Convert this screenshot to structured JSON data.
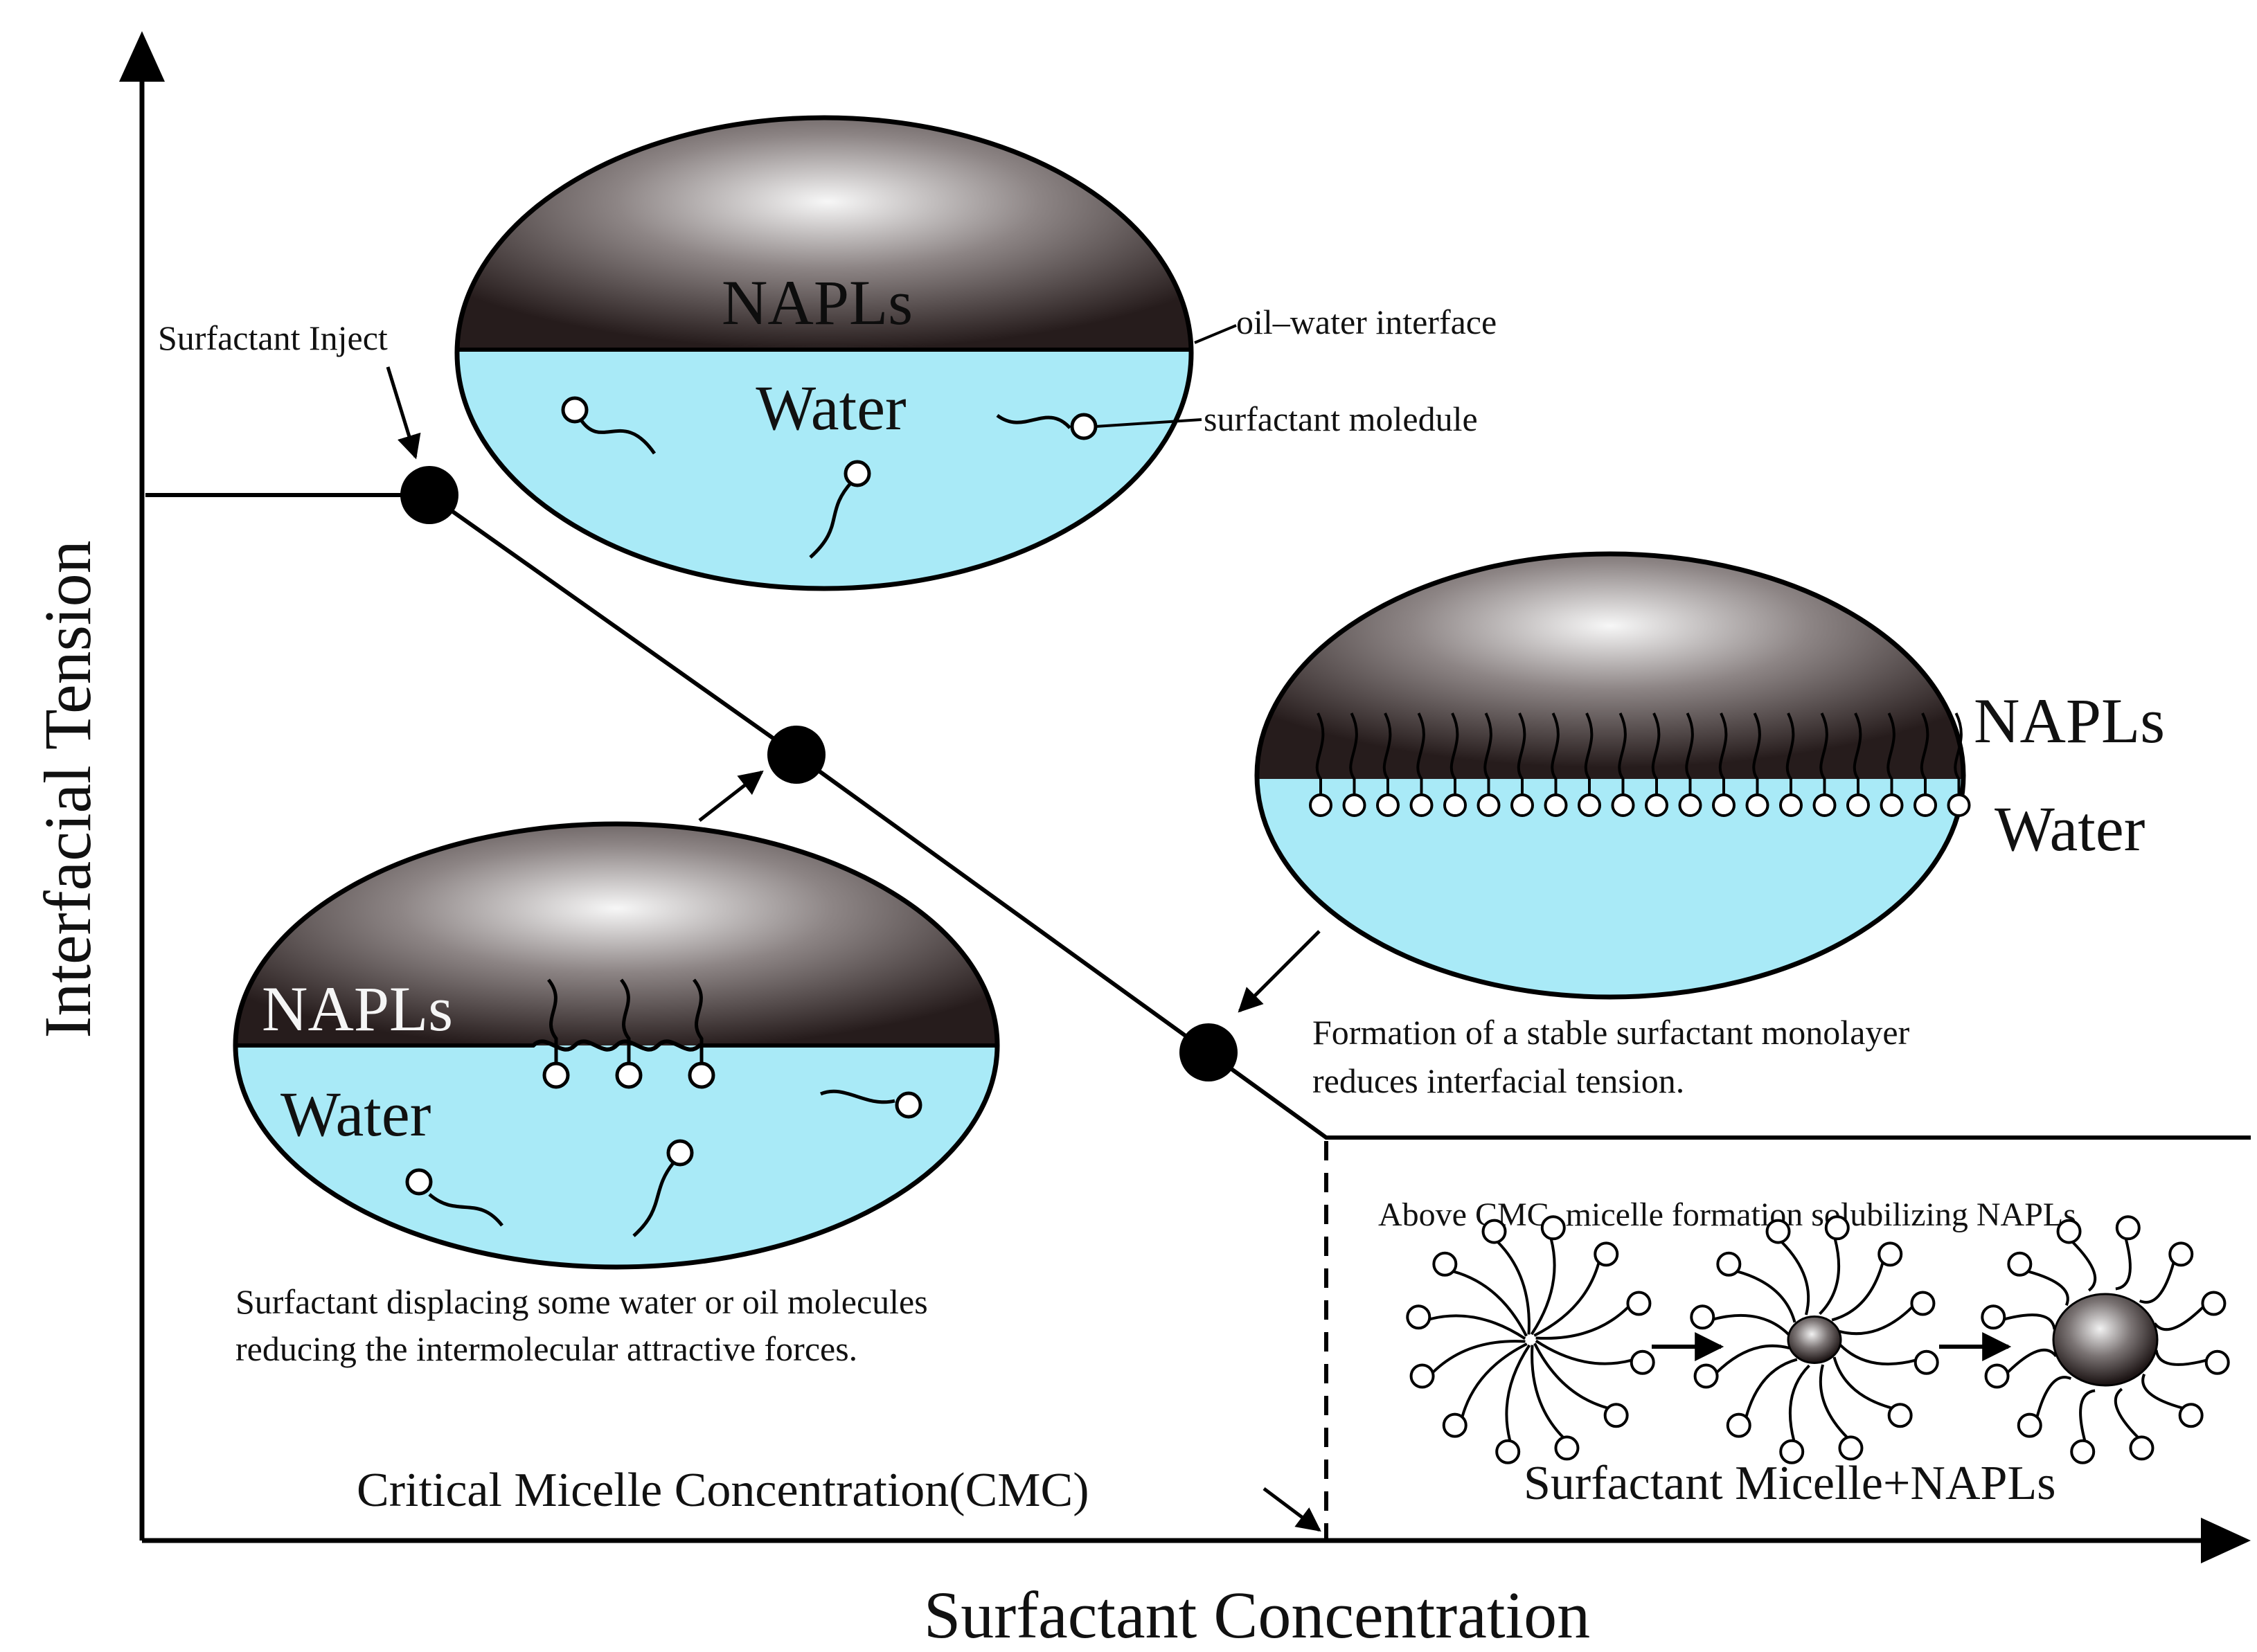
{
  "axes": {
    "y_label": "Interfacial Tension",
    "x_label": "Surfactant Concentration"
  },
  "labels": {
    "surfactant_inject": "Surfactant Inject",
    "oil_water_interface": "oil–water interface",
    "surfactant_molecule": "surfactant moledule",
    "cmc": "Critical Micelle Concentration(CMC)"
  },
  "droplets": {
    "top": {
      "oil": "NAPLs",
      "water": "Water"
    },
    "left": {
      "oil": "NAPLs",
      "water": "Water",
      "caption_line1": "Surfactant displacing some water or oil molecules",
      "caption_line2": "reducing the intermolecular attractive forces."
    },
    "right": {
      "oil": "NAPLs",
      "water": "Water",
      "caption_line1": "Formation of a stable surfactant monolayer",
      "caption_line2": "reduces interfacial tension."
    }
  },
  "micelles": {
    "caption": "Above CMC, micelle formation solubilizing NAPLs",
    "label": "Surfactant Micelle+NAPLs"
  },
  "colors": {
    "water": "#a9eaf7",
    "oil_dark": "#2a1f1f",
    "oil_light": "#f2f2f2",
    "line": "#000000"
  }
}
